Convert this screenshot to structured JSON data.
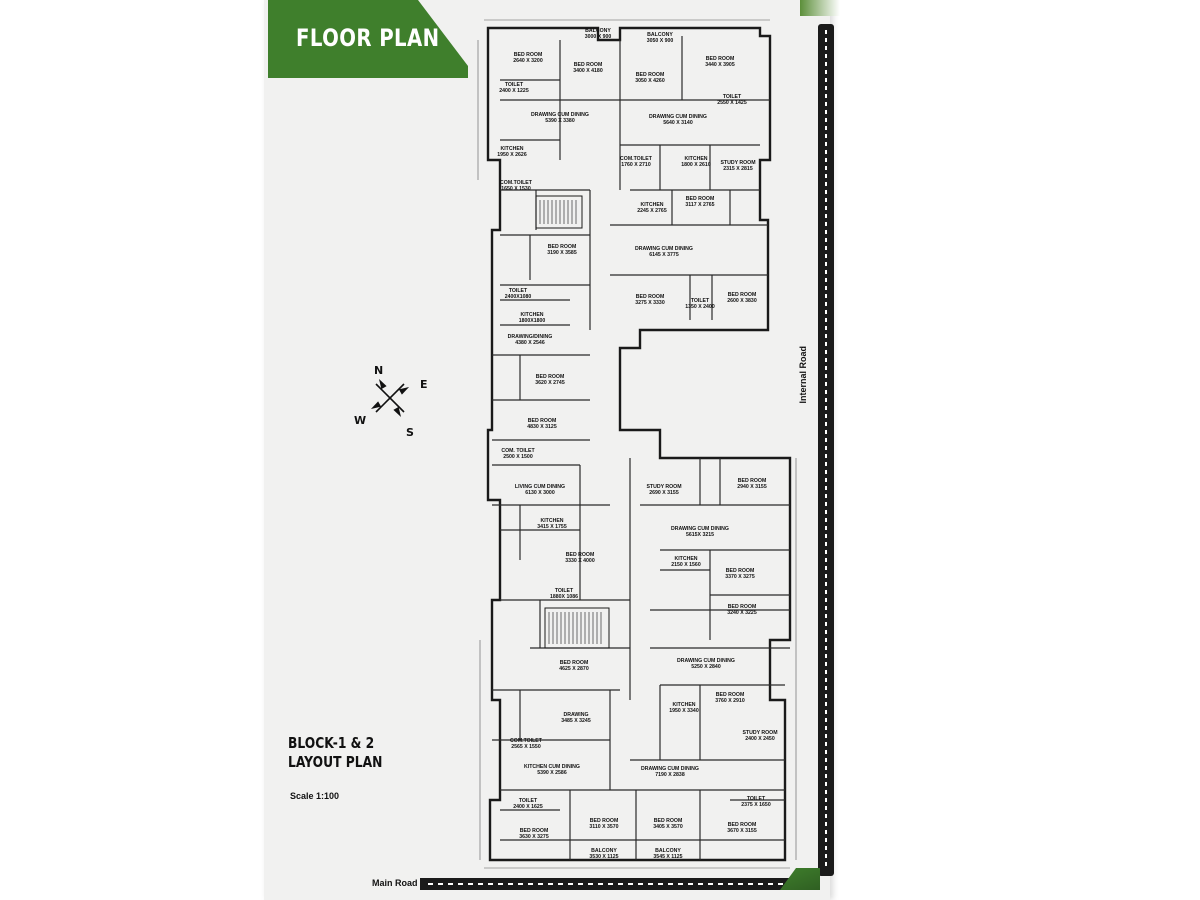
{
  "header": {
    "title": "FLOOR PLAN"
  },
  "plan": {
    "block_title_line1": "BLOCK-1 & 2",
    "block_title_line2": "LAYOUT PLAN",
    "scale": "Scale 1:100",
    "roads": {
      "main": "Main Road",
      "internal": "Internal Road"
    },
    "compass": {
      "n": "N",
      "e": "E",
      "s": "S",
      "w": "W"
    },
    "rooms": [
      {
        "name": "BALCONY",
        "dim": "3000 X 900"
      },
      {
        "name": "BALCONY",
        "dim": "3050 X 900"
      },
      {
        "name": "BED ROOM",
        "dim": "2640 X 3200"
      },
      {
        "name": "BED ROOM",
        "dim": "3400 X 4180"
      },
      {
        "name": "BED ROOM",
        "dim": "3050 X 4260"
      },
      {
        "name": "BED ROOM",
        "dim": "3440 X 3905"
      },
      {
        "name": "TOILET",
        "dim": "2400 X 1225"
      },
      {
        "name": "TOILET",
        "dim": "2550 X 1425"
      },
      {
        "name": "DRAWING CUM DINING",
        "dim": "5390 X 3380"
      },
      {
        "name": "DRAWING CUM DINING",
        "dim": "5640 X 3140"
      },
      {
        "name": "KITCHEN",
        "dim": "1950 X 2626"
      },
      {
        "name": "COM.TOILET",
        "dim": "1760 X 2710"
      },
      {
        "name": "KITCHEN",
        "dim": "1800 X 2610"
      },
      {
        "name": "STUDY ROOM",
        "dim": "2315 X 2815"
      },
      {
        "name": "COM.TOILET",
        "dim": "1650 X 1530"
      },
      {
        "name": "KITCHEN",
        "dim": "2245 X 2765"
      },
      {
        "name": "BED ROOM",
        "dim": "3117 X 2765"
      },
      {
        "name": "BED ROOM",
        "dim": "3190 X 3585"
      },
      {
        "name": "DRAWING CUM DINING",
        "dim": "6145 X 3775"
      },
      {
        "name": "TOILET",
        "dim": "2400X1080"
      },
      {
        "name": "BED ROOM",
        "dim": "3275 X 3330"
      },
      {
        "name": "TOILET",
        "dim": "1350 X 2400"
      },
      {
        "name": "BED ROOM",
        "dim": "2600 X 3830"
      },
      {
        "name": "KITCHEN",
        "dim": "1800X1800"
      },
      {
        "name": "DRAWING/DINING",
        "dim": "4380 X 2546"
      },
      {
        "name": "BED ROOM",
        "dim": "3620 X 2745"
      },
      {
        "name": "BED ROOM",
        "dim": "4830 X 3125"
      },
      {
        "name": "COM. TOILET",
        "dim": "2500 X 1500"
      },
      {
        "name": "LIVING CUM DINING",
        "dim": "6130 X 3000"
      },
      {
        "name": "KITCHEN",
        "dim": "3415 X 1755"
      },
      {
        "name": "BED ROOM",
        "dim": "3330 X 4000"
      },
      {
        "name": "TOILET",
        "dim": "1880X 1086"
      },
      {
        "name": "STUDY ROOM",
        "dim": "2690 X 3155"
      },
      {
        "name": "BED ROOM",
        "dim": "2940 X 3155"
      },
      {
        "name": "DRAWING CUM DINING",
        "dim": "5615X 3215"
      },
      {
        "name": "KITCHEN",
        "dim": "2150 X 1560"
      },
      {
        "name": "BED ROOM",
        "dim": "3370 X 3275"
      },
      {
        "name": "BED ROOM",
        "dim": "3240 X 3225"
      },
      {
        "name": "BED ROOM",
        "dim": "4625 X 2870"
      },
      {
        "name": "DRAWING CUM DINING",
        "dim": "5250 X 2840"
      },
      {
        "name": "KITCHEN",
        "dim": "1950 X 3340"
      },
      {
        "name": "BED ROOM",
        "dim": "3760 X 2910"
      },
      {
        "name": "DRAWING",
        "dim": "3485 X 3245"
      },
      {
        "name": "COM.TOILET",
        "dim": "2565 X 1550"
      },
      {
        "name": "KITCHEN CUM DINING",
        "dim": "5390 X 2586"
      },
      {
        "name": "STUDY ROOM",
        "dim": "2400 X 2450"
      },
      {
        "name": "DRAWING CUM DINING",
        "dim": "7190 X 2838"
      },
      {
        "name": "TOILET",
        "dim": "2400 X 1625"
      },
      {
        "name": "TOILET",
        "dim": "2375 X 1650"
      },
      {
        "name": "BED ROOM",
        "dim": "3630 X 3275"
      },
      {
        "name": "BED ROOM",
        "dim": "3110 X 3570"
      },
      {
        "name": "BED ROOM",
        "dim": "3405 X 3570"
      },
      {
        "name": "BED ROOM",
        "dim": "3670 X 3155"
      },
      {
        "name": "BALCONY",
        "dim": "3530 X 1125"
      },
      {
        "name": "BALCONY",
        "dim": "3545 X 1125"
      }
    ]
  }
}
